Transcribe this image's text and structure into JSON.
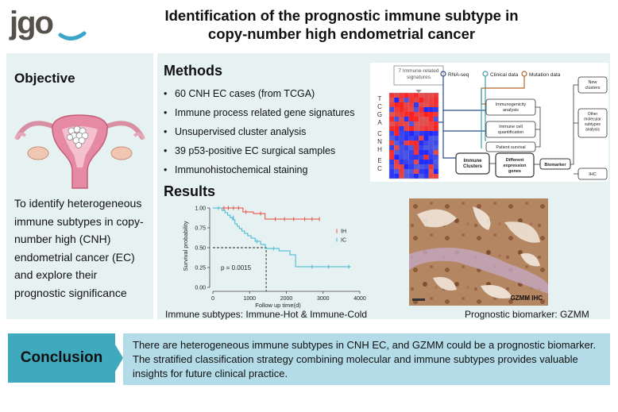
{
  "header": {
    "logo_text": "jgo",
    "title_line1": "Identification of the prognostic immune subtype in",
    "title_line2": "copy-number high endometrial cancer"
  },
  "objective": {
    "heading": "Objective",
    "text": "To identify heterogeneous immune subtypes in copy-number high (CNH) endometrial cancer (EC) and explore their prognostic significance"
  },
  "methods": {
    "heading": "Methods",
    "bullets": [
      "60 CNH EC cases (from TCGA)",
      "Immune process related gene signatures",
      "Unsupervised cluster analysis",
      "39 p53-positive EC surgical samples",
      "Immunohistochemical staining"
    ],
    "flow": {
      "signatures_label": "7 Immune-related signatures",
      "heatmap_axis_label": "TCGA CNH EC",
      "rna_seq": "RNA-seq",
      "clinical_data": "Clinical data",
      "mutation_data": "Mutation data",
      "immunogenicity": "Immunogenicity analysis",
      "immune_cell": "Immune cell quantification",
      "patient_survival": "Patient survival",
      "immune_clusters": "Immune Clusters",
      "different_expression": "Different expression genes",
      "biomarker": "Biomarker",
      "new_clusters": "New clusters",
      "other_molecular": "Other molecular subtypes analysis",
      "ihc": "IHC",
      "colors": {
        "rna_seq": "#2e4a8c",
        "clinical": "#3aa0a8",
        "mutation": "#b4662a"
      }
    }
  },
  "results": {
    "heading": "Results",
    "km_caption": "Immune subtypes: Immune-Hot & Immune-Cold",
    "ihc_caption": "Prognostic biomarker: GZMM",
    "ihc_label": "GZMM IHC"
  },
  "chart_data": {
    "type": "line",
    "title": "",
    "xlabel": "Follow up time(d)",
    "ylabel": "Survival probability",
    "xlim": [
      0,
      4000
    ],
    "ylim": [
      0,
      1
    ],
    "x_ticks": [
      0,
      1000,
      2000,
      3000,
      4000
    ],
    "y_ticks": [
      0.0,
      0.25,
      0.5,
      0.75,
      1.0
    ],
    "y_tick_labels": [
      "0.00",
      "0.25",
      "0.50",
      "0.75",
      "1.00"
    ],
    "annotation": "p = 0.0015",
    "median_survival_ic": {
      "x": 1450,
      "y": 0.5
    },
    "series": [
      {
        "name": "IH",
        "color": "#e8463a",
        "steps": [
          [
            0,
            1.0
          ],
          [
            820,
            1.0
          ],
          [
            820,
            0.95
          ],
          [
            1100,
            0.95
          ],
          [
            1100,
            0.93
          ],
          [
            1420,
            0.93
          ],
          [
            1420,
            0.86
          ],
          [
            2900,
            0.86
          ]
        ]
      },
      {
        "name": "IC",
        "color": "#3fb5d0",
        "steps": [
          [
            0,
            1.0
          ],
          [
            250,
            1.0
          ],
          [
            250,
            0.97
          ],
          [
            330,
            0.97
          ],
          [
            330,
            0.94
          ],
          [
            400,
            0.94
          ],
          [
            400,
            0.91
          ],
          [
            470,
            0.91
          ],
          [
            470,
            0.88
          ],
          [
            540,
            0.88
          ],
          [
            540,
            0.85
          ],
          [
            600,
            0.85
          ],
          [
            600,
            0.8
          ],
          [
            660,
            0.8
          ],
          [
            660,
            0.77
          ],
          [
            720,
            0.77
          ],
          [
            720,
            0.74
          ],
          [
            790,
            0.74
          ],
          [
            790,
            0.71
          ],
          [
            860,
            0.71
          ],
          [
            860,
            0.68
          ],
          [
            950,
            0.68
          ],
          [
            950,
            0.65
          ],
          [
            1040,
            0.65
          ],
          [
            1040,
            0.62
          ],
          [
            1150,
            0.62
          ],
          [
            1150,
            0.58
          ],
          [
            1300,
            0.58
          ],
          [
            1300,
            0.54
          ],
          [
            1430,
            0.54
          ],
          [
            1430,
            0.49
          ],
          [
            1800,
            0.49
          ],
          [
            1800,
            0.46
          ],
          [
            2100,
            0.46
          ],
          [
            2100,
            0.41
          ],
          [
            2250,
            0.41
          ],
          [
            2250,
            0.26
          ],
          [
            3750,
            0.26
          ]
        ]
      }
    ],
    "censor_marks": {
      "IH": [
        [
          300,
          1.0
        ],
        [
          420,
          1.0
        ],
        [
          560,
          1.0
        ],
        [
          700,
          1.0
        ],
        [
          900,
          0.95
        ],
        [
          1300,
          0.93
        ],
        [
          1700,
          0.86
        ],
        [
          1950,
          0.86
        ],
        [
          2200,
          0.86
        ],
        [
          2500,
          0.86
        ],
        [
          2700,
          0.86
        ],
        [
          2900,
          0.86
        ]
      ],
      "IC": [
        [
          150,
          1.0
        ],
        [
          560,
          0.88
        ],
        [
          1200,
          0.58
        ],
        [
          1650,
          0.49
        ],
        [
          2700,
          0.26
        ],
        [
          3150,
          0.26
        ],
        [
          3700,
          0.26
        ]
      ]
    }
  },
  "conclusion": {
    "label": "Conclusion",
    "text": "There are heterogeneous immune subtypes in CNH EC, and GZMM could be a prognostic biomarker. The stratified classification strategy combining molecular and immune subtypes provides valuable insights for future clinical practice."
  }
}
